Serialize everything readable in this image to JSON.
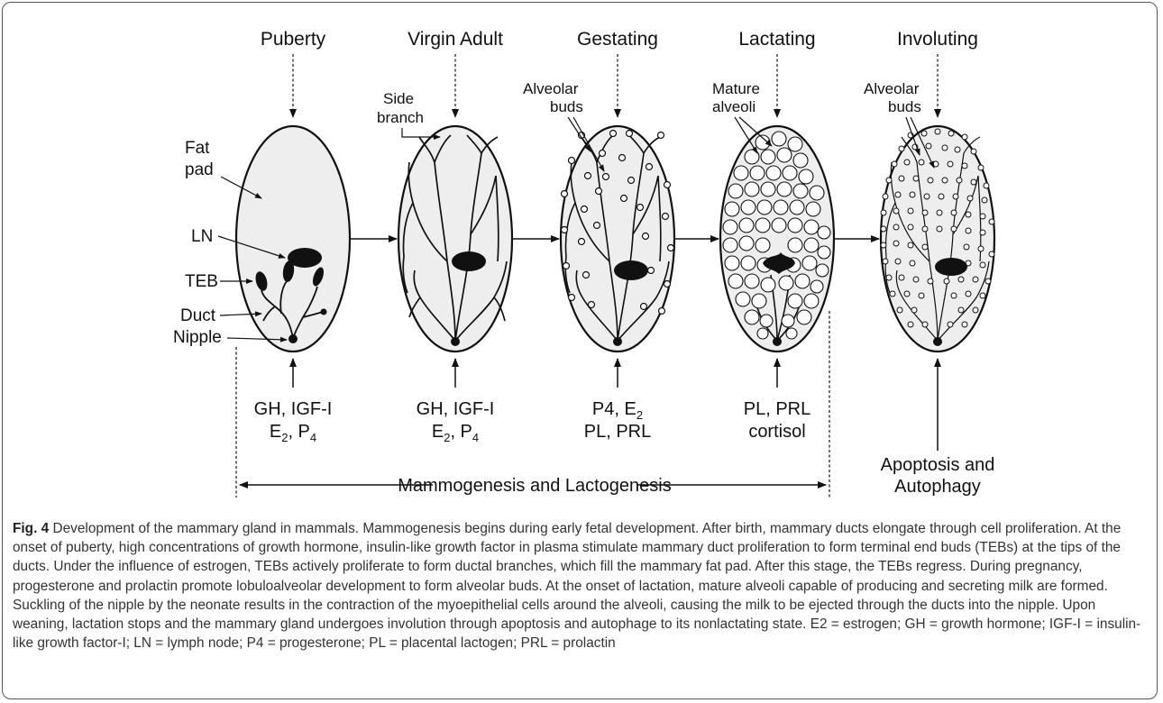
{
  "stages": [
    "Puberty",
    "Virgin Adult",
    "Gestating",
    "Lactating",
    "Involuting"
  ],
  "left_labels": {
    "fat_pad": [
      "Fat",
      "pad"
    ],
    "ln": "LN",
    "teb": "TEB",
    "duct": "Duct",
    "nipple": "Nipple"
  },
  "side_branch": [
    "Side",
    "branch"
  ],
  "alveolar_buds": [
    "Alveolar",
    "buds"
  ],
  "mature_alveoli": [
    "Mature",
    "alveoli"
  ],
  "alveolar_buds_2": [
    "Alveolar",
    "buds"
  ],
  "hormones": {
    "puberty": {
      "line1": "GH, IGF-I",
      "line2a": "E",
      "sub2a": "2",
      "line2b": ", P",
      "sub2b": "4"
    },
    "virgin": {
      "line1": "GH, IGF-I",
      "line2a": "E",
      "sub2a": "2",
      "line2b": ", P",
      "sub2b": "4"
    },
    "gestating": {
      "line1a": "P4, E",
      "sub1": "2",
      "line2": "PL, PRL"
    },
    "lactating": {
      "line1": "PL, PRL",
      "line2": "cortisol"
    },
    "involuting": {
      "line1": "Apoptosis and",
      "line2": "Autophagy"
    }
  },
  "span_label": "Mammogenesis and Lactogenesis",
  "caption": {
    "fig_label": "Fig. 4",
    "text": " Development of the mammary gland in mammals. Mammogenesis begins during early fetal development. After birth, mammary ducts elongate through cell proliferation. At the onset of puberty, high concentrations of growth hormone, insulin-like growth factor in plasma stimulate mammary duct proliferation to form terminal end buds (TEBs) at the tips of the ducts. Under the influence of estrogen, TEBs actively proliferate to form ductal branches, which fill the mammary fat pad. After this stage, the TEBs regress. During pregnancy, progesterone and prolactin promote lobuloalveolar development to form alveolar buds. At the onset of lactation, mature alveoli capable of producing and secreting milk are formed. Suckling of the nipple by the neonate results in the contraction of the myoepithelial cells around the alveoli, causing the milk to be ejected through the ducts into the nipple. Upon weaning, lactation stops and the mammary gland undergoes involution through apoptosis and autophage to its nonlactating state. E2 = estrogen; GH = growth hormone; IGF-I = insulin-like growth factor-I; LN = lymph node; P4 = progesterone; PL = placental lactogen; PRL = prolactin"
  }
}
